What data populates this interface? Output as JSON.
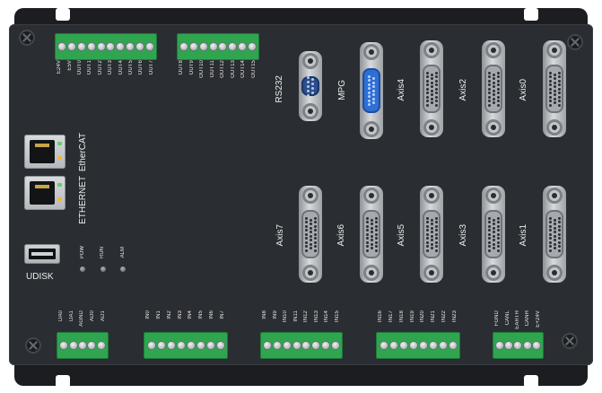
{
  "top_terminals": {
    "left": [
      "E24V",
      "E5V",
      "OUT0",
      "OUT1",
      "OUT2",
      "OUT3",
      "OUT4",
      "OUT5",
      "OUT6",
      "OUT7"
    ],
    "right": [
      "OUT8",
      "OUT9",
      "OUT10",
      "OUT11",
      "OUT12",
      "OUT13",
      "OUT14",
      "OUT15"
    ]
  },
  "connectors": {
    "rs232": "RS232",
    "mpg": "MPG",
    "axis4": "Axis4",
    "axis2": "Axis2",
    "axis0": "Axis0",
    "axis7": "Axis7",
    "axis6": "Axis6",
    "axis5": "Axis5",
    "axis3": "Axis3",
    "axis1": "Axis1"
  },
  "ports": {
    "ethercat": "EtherCAT",
    "ethernet": "ETHERNET",
    "udisk": "UDISK"
  },
  "status_leds": [
    "POW",
    "RUN",
    "ALM"
  ],
  "bottom_terminals": {
    "analog": [
      "DA0",
      "DA1",
      "AGND",
      "AD0",
      "AD1"
    ],
    "in_a": [
      "IN0",
      "IN1",
      "IN2",
      "IN3",
      "IN4",
      "IN5",
      "IN6",
      "IN7"
    ],
    "in_b": [
      "IN8",
      "IN9",
      "IN10",
      "IN11",
      "IN12",
      "IN13",
      "IN14",
      "IN15"
    ],
    "in_c": [
      "IN16",
      "IN17",
      "IN18",
      "IN19",
      "IN20",
      "IN21",
      "IN22",
      "IN23"
    ],
    "power": [
      "FGND",
      "CANL",
      "EARTH",
      "CANH",
      "E+24V"
    ]
  },
  "colors": {
    "housing": "#2a2d32",
    "terminal": "#2fa54f",
    "mpg_connector": "#2f6fd3"
  }
}
